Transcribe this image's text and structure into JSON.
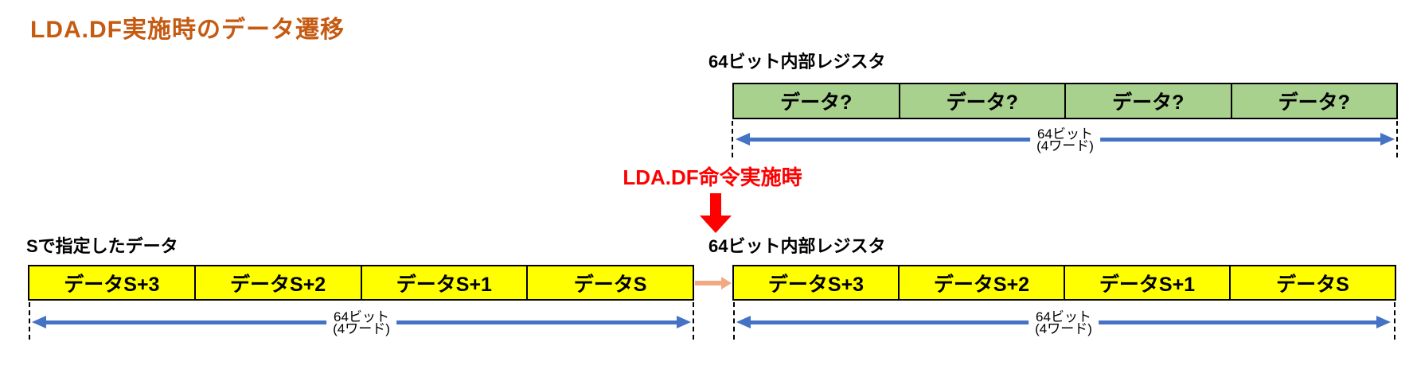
{
  "title": {
    "text": "LDA.DF実施時のデータ遷移",
    "color": "#C55A11"
  },
  "colors": {
    "register_green": "#A9D18E",
    "register_yellow": "#FFFF00",
    "measure_arrow_blue": "#4472C4",
    "event_red": "#FF0000",
    "transfer_arrow_orange": "#F1A983",
    "border_black": "#000000"
  },
  "top_register": {
    "label": "64ビット内部レジスタ",
    "cells": [
      "データ?",
      "データ?",
      "データ?",
      "データ?"
    ],
    "width_label_line1": "64ビット",
    "width_label_line2": "(4ワード)"
  },
  "event": {
    "label": "LDA.DF命令実施時"
  },
  "source_data": {
    "label": "Sで指定したデータ",
    "cells": [
      "データS+3",
      "データS+2",
      "データS+1",
      "データS"
    ],
    "width_label_line1": "64ビット",
    "width_label_line2": "(4ワード)"
  },
  "dest_register": {
    "label": "64ビット内部レジスタ",
    "cells": [
      "データS+3",
      "データS+2",
      "データS+1",
      "データS"
    ],
    "width_label_line1": "64ビット",
    "width_label_line2": "(4ワード)"
  }
}
